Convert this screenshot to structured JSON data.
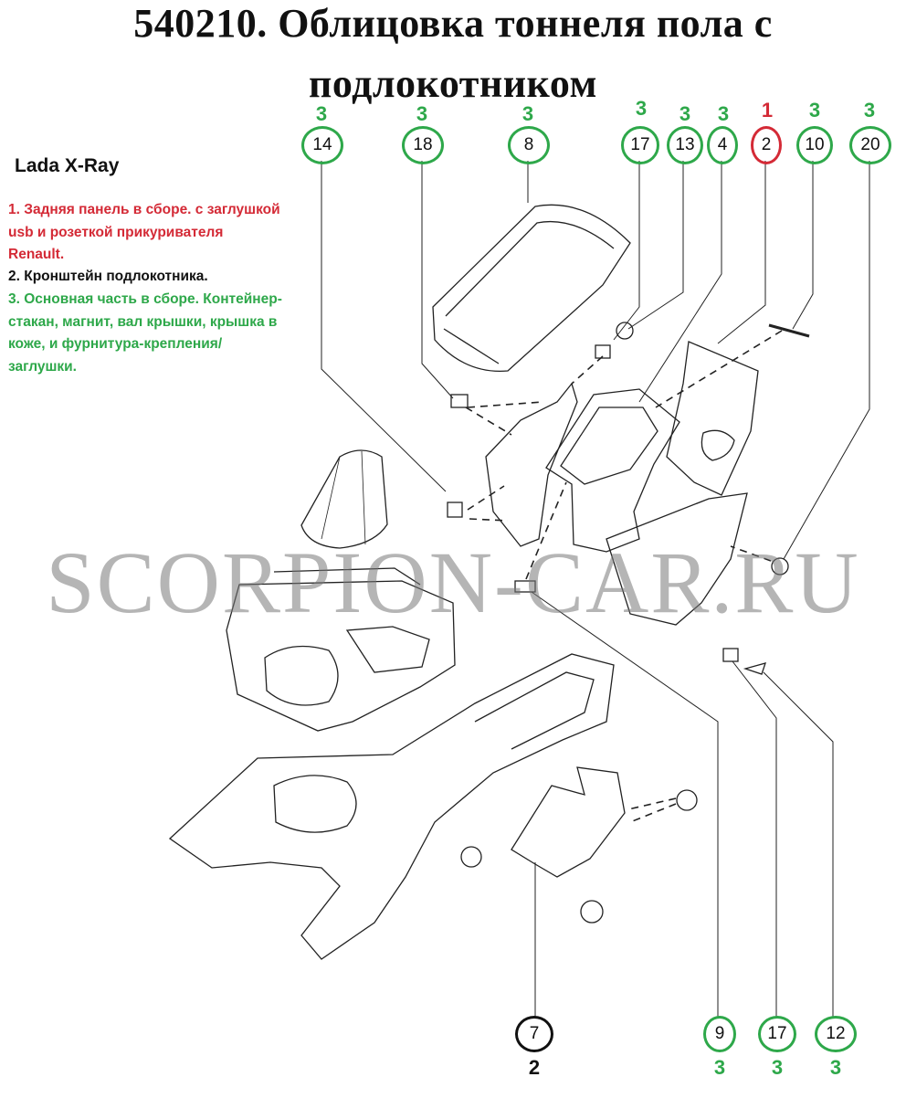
{
  "header": {
    "title_line1": "540210. Облицовка тоннеля пола с",
    "title_line2": "подлокотником"
  },
  "model": "Lada X-Ray",
  "notes": [
    {
      "text": "1. Задняя панель в сборе. с заглушкой usb и розеткой прикуривателя Renault.",
      "color": "#d42a36"
    },
    {
      "text": "2. Кронштейн подлокотника.",
      "color": "#111111"
    },
    {
      "text": "3. Основная часть в сборе. Контейнер-стакан, магнит, вал крышки, крышка в коже, и фурнитура-крепления/заглушки.",
      "color": "#2ea84a"
    }
  ],
  "colors": {
    "green": "#2ea84a",
    "red": "#d42a36",
    "black": "#111111"
  },
  "callouts_top": [
    {
      "part": "14",
      "group": "3",
      "color": "#2ea84a"
    },
    {
      "part": "18",
      "group": "3",
      "color": "#2ea84a"
    },
    {
      "part": "8",
      "group": "3",
      "color": "#2ea84a"
    },
    {
      "part": "17",
      "group": "3",
      "color": "#2ea84a"
    },
    {
      "part": "13",
      "group": "3",
      "color": "#2ea84a"
    },
    {
      "part": "4",
      "group": "3",
      "color": "#2ea84a"
    },
    {
      "part": "2",
      "group": "1",
      "color": "#d42a36"
    },
    {
      "part": "10",
      "group": "3",
      "color": "#2ea84a"
    },
    {
      "part": "20",
      "group": "3",
      "color": "#2ea84a"
    }
  ],
  "callouts_bottom": [
    {
      "part": "7",
      "group": "2",
      "color": "#111111"
    },
    {
      "part": "9",
      "group": "3",
      "color": "#2ea84a"
    },
    {
      "part": "17",
      "group": "3",
      "color": "#2ea84a"
    },
    {
      "part": "12",
      "group": "3",
      "color": "#2ea84a"
    }
  ],
  "watermark": "SCORPION-CAR.RU"
}
